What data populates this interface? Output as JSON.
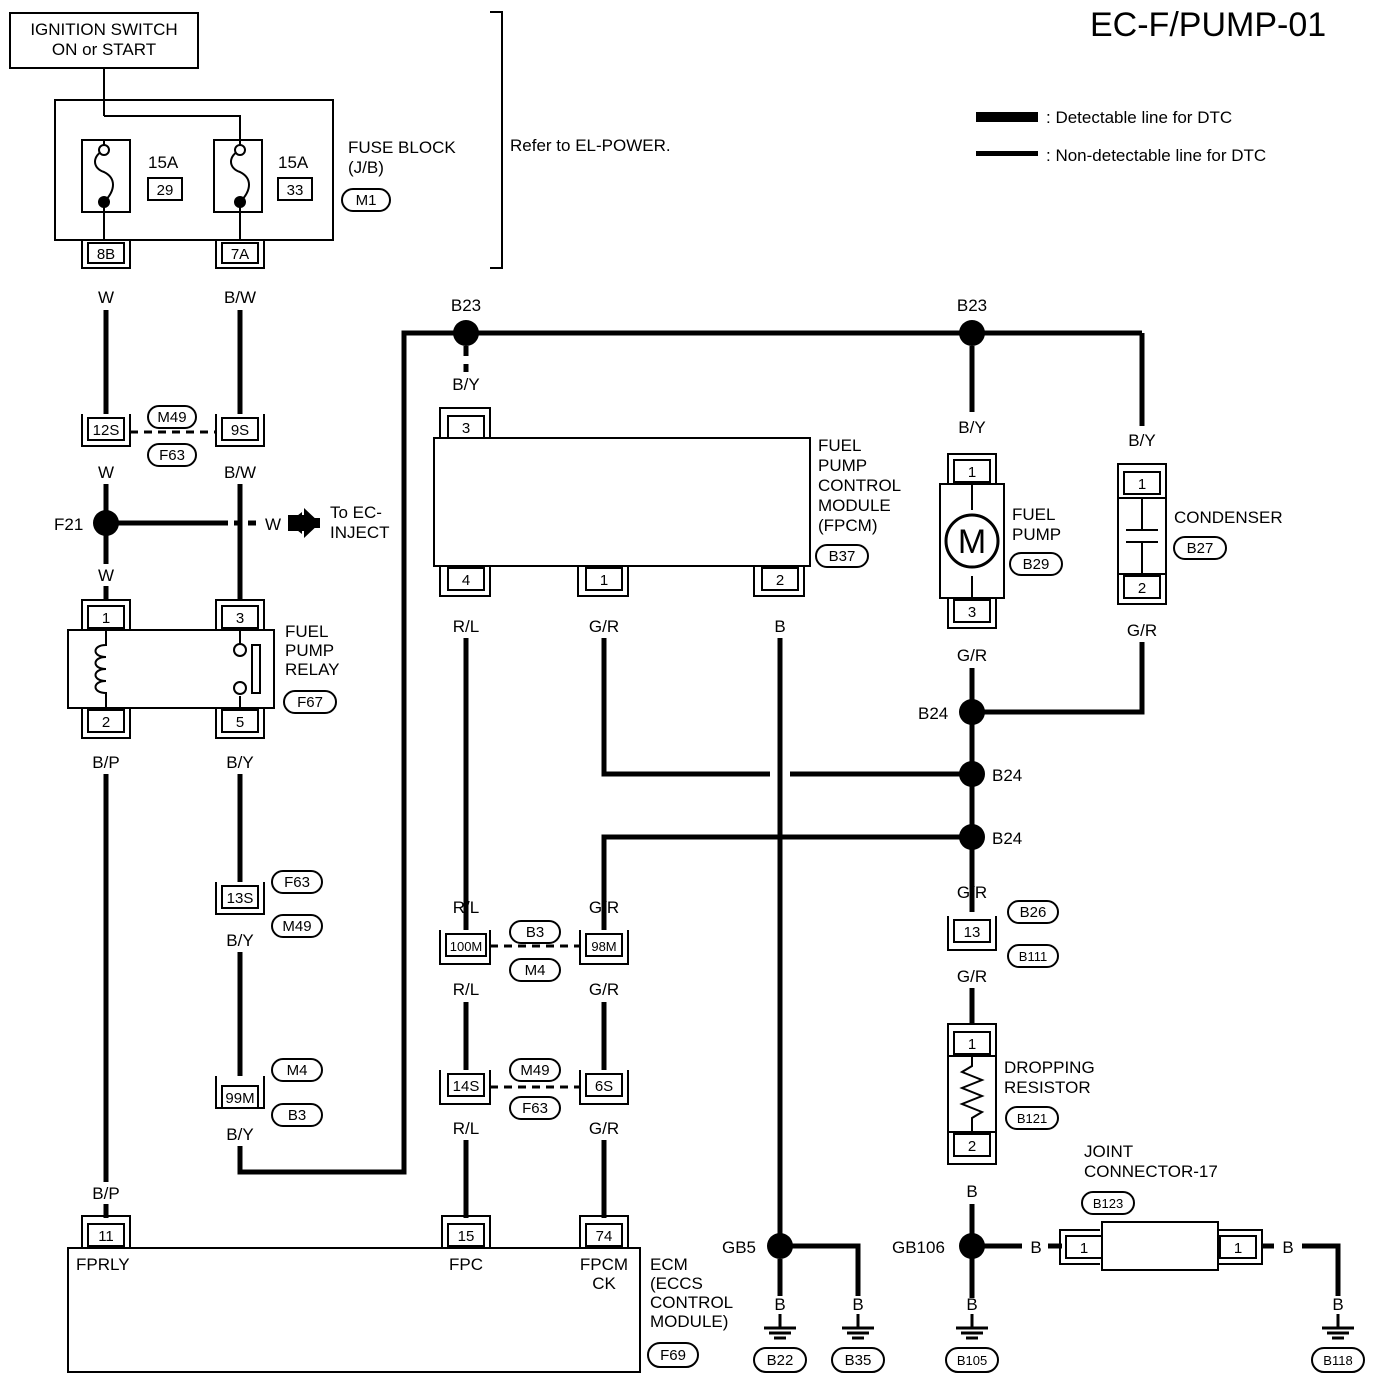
{
  "title": "EC-F/PUMP-01",
  "legend": {
    "detectable": ": Detectable line for DTC",
    "non_detectable": ": Non-detectable line for DTC"
  },
  "ignition": {
    "line1": "IGNITION SWITCH",
    "line2": "ON or START"
  },
  "fuse_block": {
    "label1": "FUSE BLOCK",
    "label2": "(J/B)",
    "connector": "M1",
    "refer": "Refer to EL-POWER.",
    "fuses": [
      {
        "amp": "15A",
        "num": "29",
        "terminal": "8B"
      },
      {
        "amp": "15A",
        "num": "33",
        "terminal": "7A"
      }
    ]
  },
  "wires": {
    "w": "W",
    "bw": "B/W",
    "by": "B/Y",
    "bp": "B/P",
    "rl": "R/L",
    "gr": "G/R",
    "b": "B"
  },
  "connectors": {
    "m49": "M49",
    "f63": "F63",
    "m4": "M4",
    "b3": "B3",
    "b26": "B26",
    "b111": "B111",
    "s12": "12S",
    "s9": "9S",
    "s13": "13S",
    "m99": "99M",
    "m100": "100M",
    "m98": "98M",
    "s14": "14S",
    "s6": "6S",
    "c13": "13"
  },
  "joints": {
    "f21": "F21",
    "b23a": "B23",
    "b23b": "B23",
    "b24a": "B24",
    "b24b": "B24",
    "b24c": "B24",
    "gb5": "GB5",
    "gb106": "GB106"
  },
  "to_inject": {
    "line1": "To EC-",
    "line2": "INJECT"
  },
  "relay": {
    "l1": "FUEL",
    "l2": "PUMP",
    "l3": "RELAY",
    "conn": "F67",
    "t1": "1",
    "t2": "2",
    "t3": "3",
    "t5": "5"
  },
  "fpcm": {
    "l1": "FUEL",
    "l2": "PUMP",
    "l3": "CONTROL",
    "l4": "MODULE",
    "l5": "(FPCM)",
    "conn": "B37",
    "t3": "3",
    "t4": "4",
    "t1": "1",
    "t2": "2"
  },
  "fuel_pump": {
    "l1": "FUEL",
    "l2": "PUMP",
    "conn": "B29",
    "motor": "M",
    "t1": "1",
    "t3": "3"
  },
  "condenser": {
    "label": "CONDENSER",
    "conn": "B27",
    "t1": "1",
    "t2": "2"
  },
  "resistor": {
    "l1": "DROPPING",
    "l2": "RESISTOR",
    "conn": "B121",
    "t1": "1",
    "t2": "2"
  },
  "joint_connector": {
    "l1": "JOINT",
    "l2": "CONNECTOR-17",
    "conn": "B123",
    "t1": "1",
    "t2": "1"
  },
  "ecm": {
    "fprly": "FPRLY",
    "fpc": "FPC",
    "fpcm1": "FPCM",
    "fpcm2": "CK",
    "l1": "ECM",
    "l2": "(ECCS",
    "l3": "CONTROL",
    "l4": "MODULE)",
    "conn": "F69",
    "t11": "11",
    "t15": "15",
    "t74": "74"
  },
  "grounds": [
    "B22",
    "B35",
    "B105",
    "B118"
  ]
}
